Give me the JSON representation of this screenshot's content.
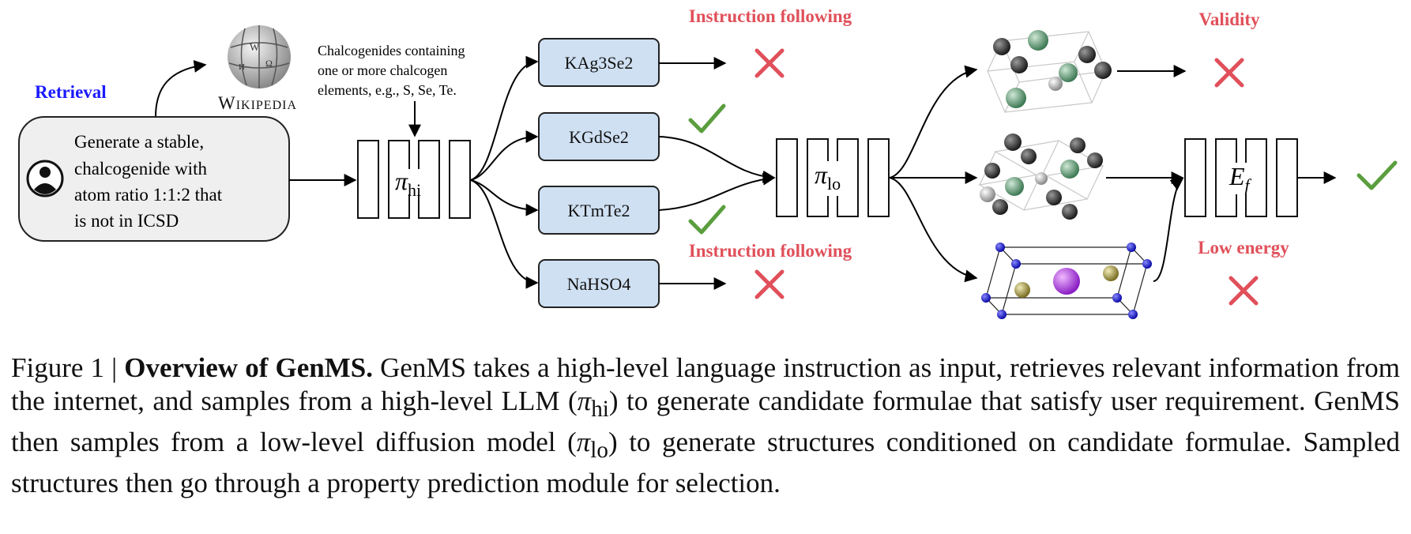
{
  "figure": {
    "retrieval_label": "Retrieval",
    "wikipedia_label": "Wikipedia",
    "prompt_lines": [
      "Generate a stable,",
      "chalcogenide with",
      "atom ratio 1:1:2 that",
      "is not in ICSD"
    ],
    "note_lines": [
      "Chalcogenides containing",
      "one or more chalcogen",
      "elements, e.g., S, Se, Te."
    ],
    "pi_hi": "π",
    "pi_hi_sub": "hi",
    "pi_lo": "π",
    "pi_lo_sub": "lo",
    "ef": "E",
    "ef_sub": "f",
    "candidates": [
      "KAg3Se2",
      "KGdSe2",
      "KTmTe2",
      "NaHSO4"
    ],
    "instruction_top": "Instruction following",
    "instruction_bottom": "Instruction following",
    "validity": "Validity",
    "low_energy": "Low energy",
    "colors": {
      "red": "#e0505a",
      "green": "#5a9e3e",
      "blue": "#1a1aff",
      "candidate_fill": "#cfe0f2"
    }
  },
  "caption": {
    "prefix": "Figure 1 | ",
    "title": "Overview of GenMS.",
    "body_1": " GenMS takes a high-level language instruction as input, retrieves relevant information from the internet, and samples from a high-level LLM (",
    "sym_1": "π",
    "sub_1": "hi",
    "body_2": ") to generate candidate formulae that satisfy user requirement. GenMS then samples from a low-level diffusion model (",
    "sym_2": "π",
    "sub_2": "lo",
    "body_3": ") to generate structures conditioned on candidate formulae. Sampled structures then go through a property prediction module for selection."
  }
}
